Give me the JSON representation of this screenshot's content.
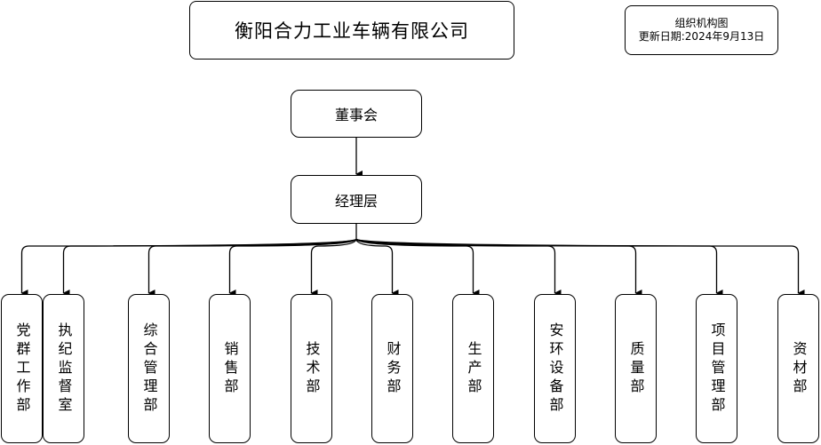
{
  "company": "衡阳合力工业车辆有限公司",
  "info": {
    "title": "组织机构图",
    "updated": "更新日期:2024年9月13日"
  },
  "nodes": {
    "board": "董事会",
    "manager": "经理层"
  },
  "departments": [
    {
      "name": "党群工作部"
    },
    {
      "name": "执纪监督室"
    },
    {
      "name": "综合管理部"
    },
    {
      "name": "销售部"
    },
    {
      "name": "技术部"
    },
    {
      "name": "财务部"
    },
    {
      "name": "生产部"
    },
    {
      "name": "安环设备部"
    },
    {
      "name": "质量部"
    },
    {
      "name": "项目管理部"
    },
    {
      "name": "资材部"
    }
  ]
}
